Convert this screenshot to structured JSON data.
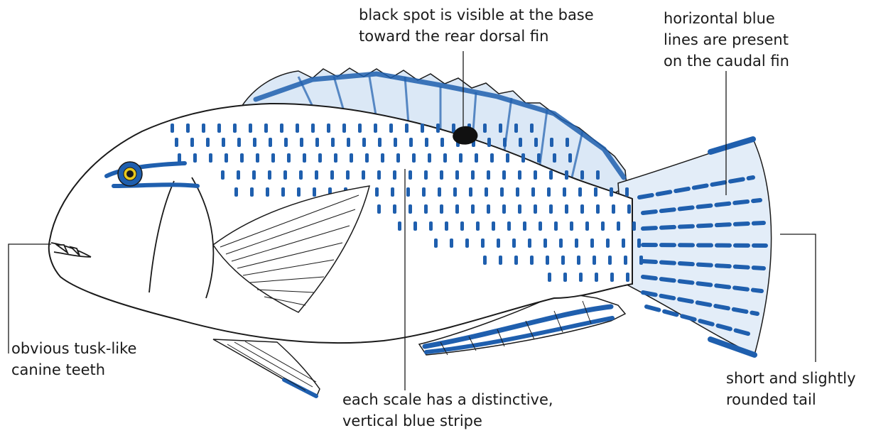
{
  "annotations": {
    "black_spot": "black spot is visible at the base\ntoward the rear dorsal fin",
    "caudal_lines": "horizontal blue\nlines are present\non the caudal fin",
    "canine_teeth": "obvious tusk-like\ncanine teeth",
    "scale_stripe": "each scale has a distinctive,\nvertical blue stripe",
    "tail_shape": "short and slightly\nrounded tail"
  },
  "colors": {
    "accent_blue": "#1f5fae",
    "outline": "#1a1a1a",
    "spot": "#111111",
    "eye_ring": "#e8c81e"
  }
}
